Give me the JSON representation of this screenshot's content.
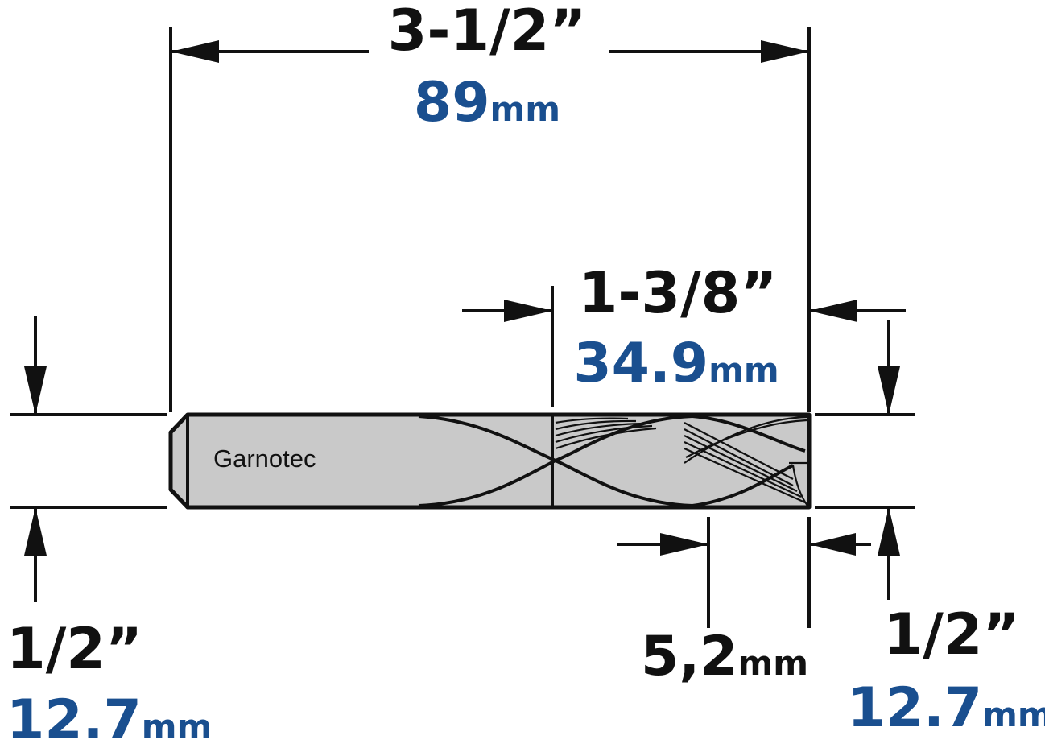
{
  "colors": {
    "line": "#111111",
    "metric_blue": "#1a4f8f",
    "bit_fill": "#c9c9c9"
  },
  "bit": {
    "brand": "Garnotec"
  },
  "dimensions": {
    "overall_length": {
      "imperial": "3-1/2”",
      "metric_value": "89",
      "metric_unit": "mm"
    },
    "cutting_length": {
      "imperial": "1-3/8”",
      "metric_value": "34.9",
      "metric_unit": "mm"
    },
    "shank_diameter": {
      "imperial": "1/2”",
      "metric_value": "12.7",
      "metric_unit": "mm"
    },
    "cutting_diameter": {
      "imperial": "1/2”",
      "metric_value": "12.7",
      "metric_unit": "mm"
    },
    "tip_offset": {
      "metric_value": "5,2",
      "metric_unit": "mm"
    }
  }
}
